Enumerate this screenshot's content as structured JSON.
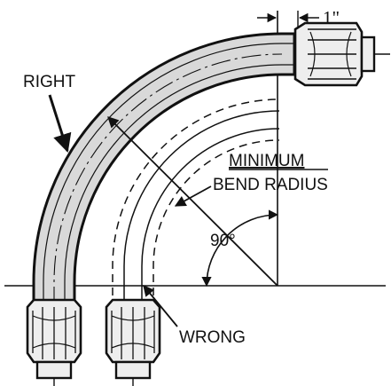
{
  "labels": {
    "right": "RIGHT",
    "minimum": "MINIMUM",
    "bend_radius": "BEND RADIUS",
    "angle": "90°",
    "wrong": "WRONG",
    "dimension": "1\""
  },
  "colors": {
    "ink": "#111111",
    "hose_fill": "#d9d9d9",
    "fitting_fill": "#eeeeee"
  }
}
